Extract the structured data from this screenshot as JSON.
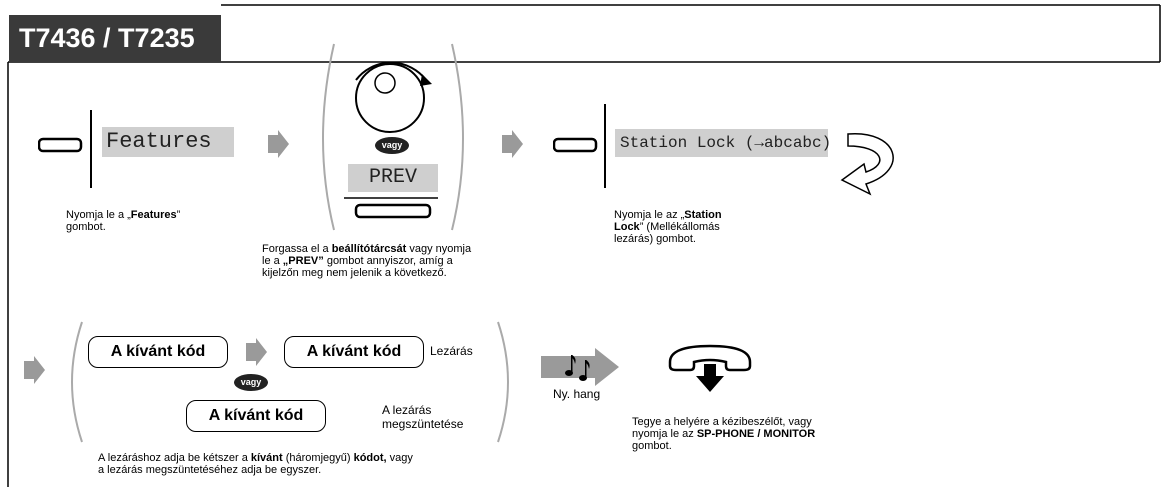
{
  "header": {
    "title": "T7436 / T7235"
  },
  "step1": {
    "display": "Features",
    "caption_1_pre": "Nyomja le a „",
    "caption_1_bold": "Features",
    "caption_1_post": "”",
    "caption_2": "gombot."
  },
  "step2": {
    "or_label": "vagy",
    "display": "PREV",
    "caption_1_pre": "Forgassa el a ",
    "caption_1_bold": "beállítótárcsát",
    "caption_1_post": " vagy nyomja",
    "caption_2_pre": "le a ",
    "caption_2_bold": "„PREV”",
    "caption_2_post": " gombot annyiszor, amíg a",
    "caption_3": "kijelzőn meg nem jelenik a következő."
  },
  "step3": {
    "display": "Station Lock (→abcabc)",
    "caption_1_pre": "Nyomja le az „",
    "caption_1_bold": "Station",
    "caption_2_bold": "Lock",
    "caption_2_post": "” (Mellékállomás",
    "caption_3": "lezárás) gombot."
  },
  "step4": {
    "code_label_1": "A kívánt kód",
    "code_label_2": "A kívánt kód",
    "code_label_3": "A kívánt kód",
    "or_label": "vagy",
    "lock_label": "Lezárás",
    "unlock_label_1": "A lezárás",
    "unlock_label_2": "megszüntetése",
    "caption_1_pre": "A lezáráshoz adja be kétszer a ",
    "caption_1_bold1": "kívánt",
    "caption_1_mid": " (háromjegyű) ",
    "caption_1_bold2": "kódot,",
    "caption_1_post": " vagy",
    "caption_2": "a lezárás megszüntetéséhez adja be egyszer."
  },
  "step5": {
    "tone_label": "Ny. hang"
  },
  "step6": {
    "caption_1": "Tegye a helyére a kézibeszélőt, vagy",
    "caption_2_pre": "nyomja le az ",
    "caption_2_bold": "SP-PHONE / MONITOR",
    "caption_3": "gombot."
  },
  "colors": {
    "header_bg": "#3a3a3a",
    "lcd_bg": "#cfcfcf",
    "arrow_gray": "#9a9a9a",
    "dark": "#222222"
  }
}
